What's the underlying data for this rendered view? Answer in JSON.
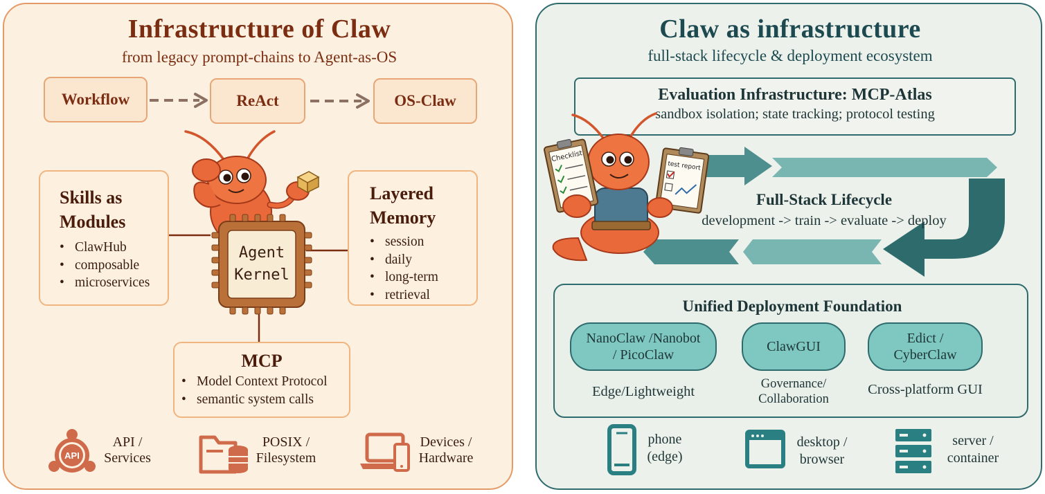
{
  "left": {
    "title": "Infrastructure of Claw",
    "subtitle": "from legacy prompt-chains to Agent-as-OS",
    "evolution": [
      "Workflow",
      "ReAct",
      "OS-Claw"
    ],
    "kernel_label_line1": "Agent",
    "kernel_label_line2": "Kernel",
    "skills": {
      "title_line1": "Skills as",
      "title_line2": "Modules",
      "items": [
        "ClawHub",
        "composable",
        "microservices"
      ]
    },
    "memory": {
      "title_line1": "Layered",
      "title_line2": "Memory",
      "items": [
        "session",
        "daily",
        "long-term",
        "retrieval"
      ]
    },
    "mcp": {
      "title": "MCP",
      "items": [
        "Model Context Protocol",
        "semantic system calls"
      ]
    },
    "api_icon_text": "API",
    "bottom": [
      {
        "line1": "API /",
        "line2": "Services"
      },
      {
        "line1": "POSIX /",
        "line2": "Filesystem"
      },
      {
        "line1": "Devices /",
        "line2": "Hardware"
      }
    ],
    "colors": {
      "panel_bg": "#fcf1e1",
      "accent": "#7b2d12",
      "border": "#e59a66",
      "icon": "#cf6a4a"
    }
  },
  "right": {
    "title": "Claw as infrastructure",
    "subtitle": "full-stack lifecycle & deployment ecosystem",
    "evaluation": {
      "title": "Evaluation Infrastructure: MCP-Atlas",
      "detail": "sandbox isolation; state tracking; protocol testing"
    },
    "clipboard_left": "Checklist",
    "clipboard_right": "test report",
    "lifecycle": {
      "title": "Full-Stack Lifecycle",
      "stages": "development -> train -> evaluate -> deploy"
    },
    "deployment": {
      "title": "Unified Deployment Foundation",
      "pills": [
        {
          "line1": "NanoClaw /Nanobot",
          "line2": "/ PicoClaw"
        },
        {
          "line1": "ClawGUI",
          "line2": ""
        },
        {
          "line1": "Edict /",
          "line2": "CyberClaw"
        }
      ],
      "labels": [
        {
          "line1": "Edge/Lightweight",
          "line2": ""
        },
        {
          "line1": "Governance/",
          "line2": "Collaboration"
        },
        {
          "line1": "Cross-platform GUI",
          "line2": ""
        }
      ]
    },
    "devices": [
      {
        "line1": "phone",
        "line2": "(edge)"
      },
      {
        "line1": "desktop /",
        "line2": "browser"
      },
      {
        "line1": "server /",
        "line2": "container"
      }
    ],
    "colors": {
      "panel_bg": "#edf1eb",
      "accent": "#1d4a50",
      "teal": "#2e6b6c",
      "pill": "#7fc8c2"
    }
  }
}
